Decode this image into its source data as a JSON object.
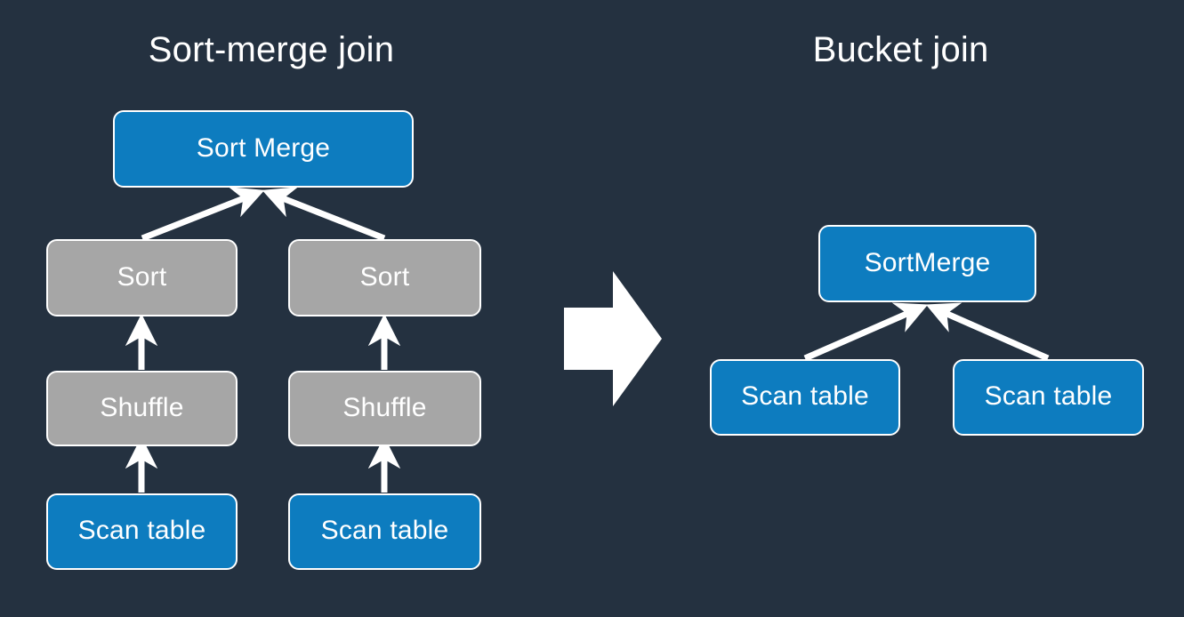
{
  "diagram": {
    "background_color": "#243140",
    "accent_blue": "#0d7cbf",
    "neutral_gray": "#a6a6a6",
    "arrow_color": "#ffffff",
    "text_color": "#ffffff",
    "panels": [
      {
        "id": "sort-merge-join",
        "title": "Sort-merge join",
        "nodes": [
          {
            "id": "sort-merge",
            "label": "Sort Merge",
            "color": "blue"
          },
          {
            "id": "sort-left",
            "label": "Sort",
            "color": "gray"
          },
          {
            "id": "sort-right",
            "label": "Sort",
            "color": "gray"
          },
          {
            "id": "shuffle-left",
            "label": "Shuffle",
            "color": "gray"
          },
          {
            "id": "shuffle-right",
            "label": "Shuffle",
            "color": "gray"
          },
          {
            "id": "scan-left",
            "label": "Scan table",
            "color": "blue"
          },
          {
            "id": "scan-right",
            "label": "Scan table",
            "color": "blue"
          }
        ]
      },
      {
        "id": "bucket-join",
        "title": "Bucket join",
        "nodes": [
          {
            "id": "sortmerge",
            "label": "SortMerge",
            "color": "blue"
          },
          {
            "id": "scan-left-2",
            "label": "Scan table",
            "color": "blue"
          },
          {
            "id": "scan-right-2",
            "label": "Scan table",
            "color": "blue"
          }
        ]
      }
    ],
    "transition_arrow": {
      "icon": "right-block-arrow-icon",
      "direction": "right"
    }
  }
}
